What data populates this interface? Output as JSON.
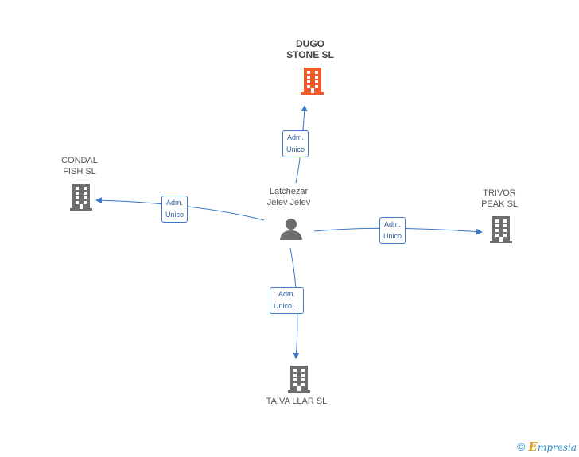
{
  "center": {
    "label_line1": "Latchezar",
    "label_line2": "Jelev Jelev"
  },
  "companies": {
    "dugo": {
      "line1": "DUGO",
      "line2": "STONE SL"
    },
    "condal": {
      "line1": "CONDAL",
      "line2": "FISH SL"
    },
    "trivor": {
      "line1": "TRIVOR",
      "line2": "PEAK SL"
    },
    "taiva": {
      "line1": "TAIVA LLAR SL"
    }
  },
  "edges": {
    "dugo": {
      "line1": "Adm.",
      "line2": "Unico"
    },
    "condal": {
      "line1": "Adm.",
      "line2": "Unico"
    },
    "trivor": {
      "line1": "Adm.",
      "line2": "Unico"
    },
    "taiva": {
      "line1": "Adm.",
      "line2": "Unico,..."
    }
  },
  "footer": {
    "copyright": "©",
    "brand_first": "E",
    "brand_rest": "mpresia"
  },
  "colors": {
    "edge": "#3b78c9",
    "building_main": "#f05a28",
    "building": "#6e6e6e",
    "person": "#6e6e6e"
  }
}
